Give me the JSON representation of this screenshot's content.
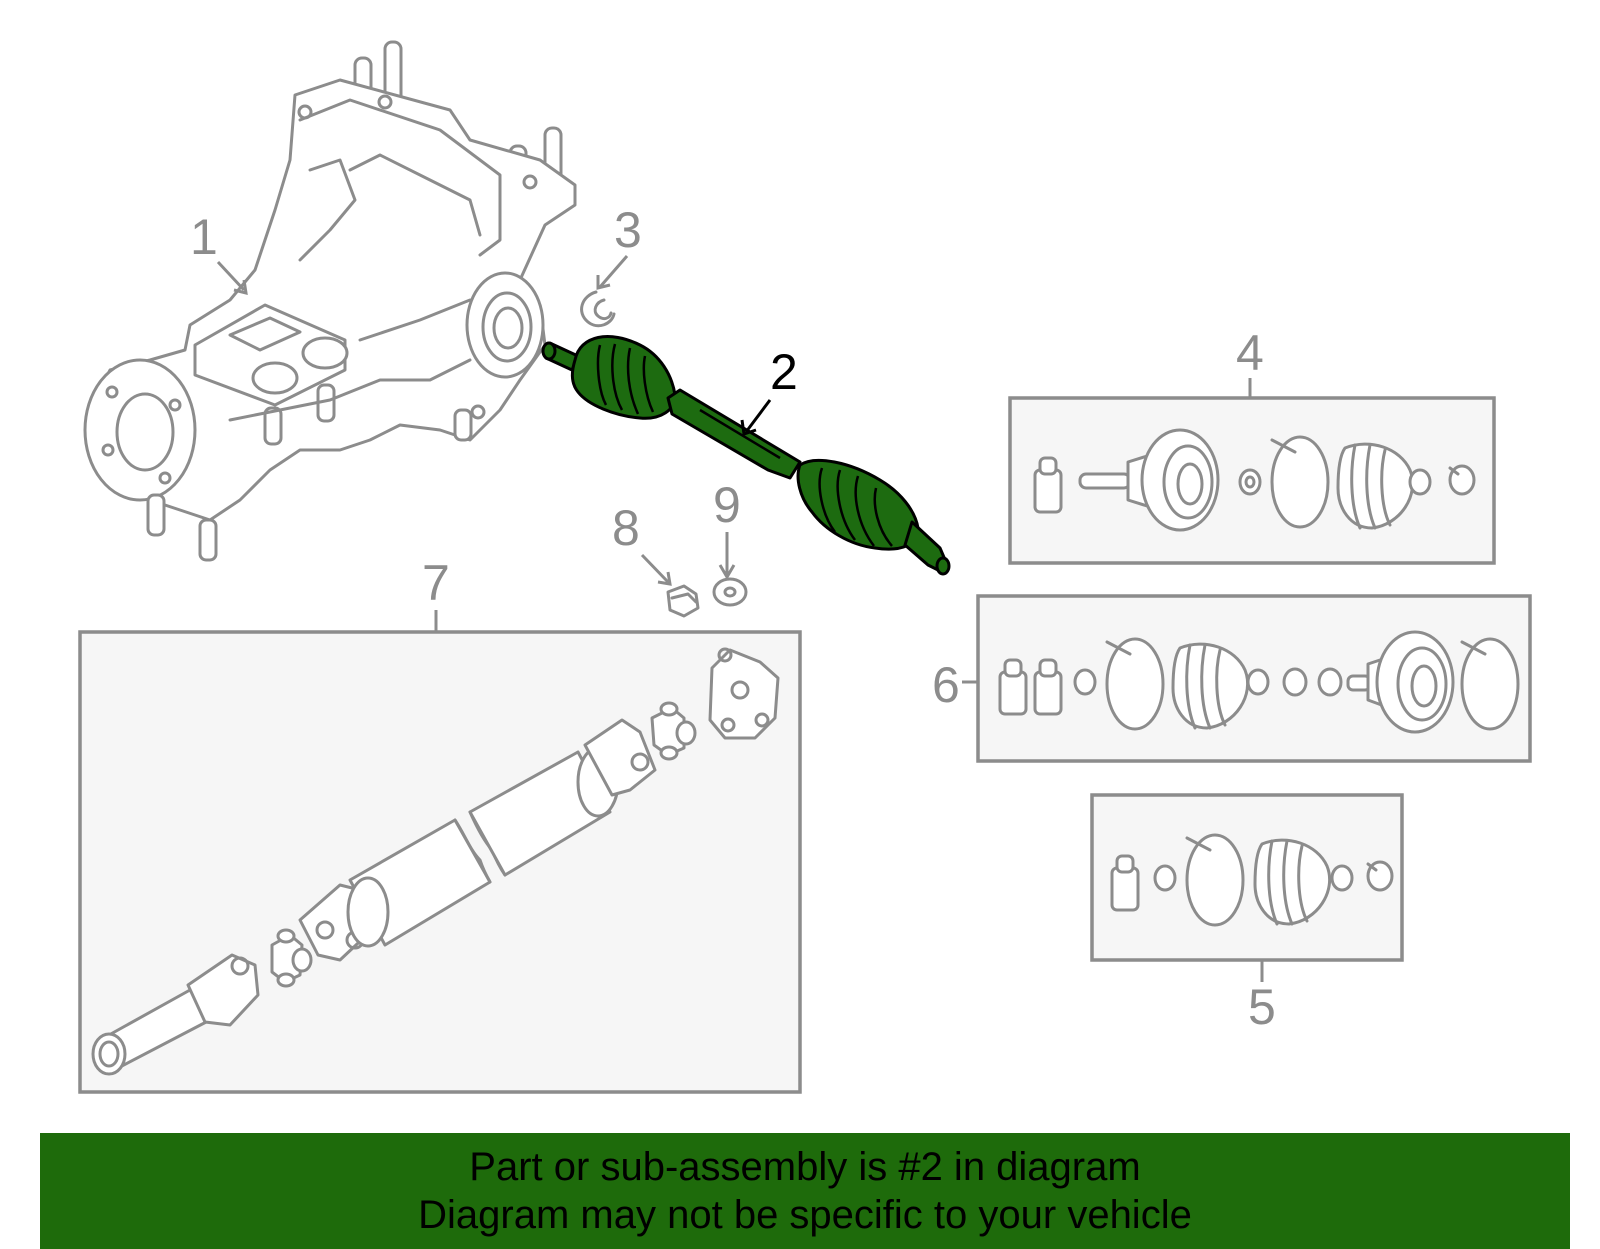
{
  "callouts": {
    "c1": "1",
    "c2": "2",
    "c3": "3",
    "c4": "4",
    "c5": "5",
    "c6": "6",
    "c7": "7",
    "c8": "8",
    "c9": "9"
  },
  "highlighted_part": "2",
  "colors": {
    "highlight_fill": "#1d6b10",
    "banner_bg": "#1e6b0b",
    "line_gray": "#8c8c8c",
    "box_fill": "#f6f6f6"
  },
  "banner": {
    "line1": "Part or sub-assembly is #2 in diagram",
    "line2": "Diagram may not be specific to your vehicle"
  }
}
